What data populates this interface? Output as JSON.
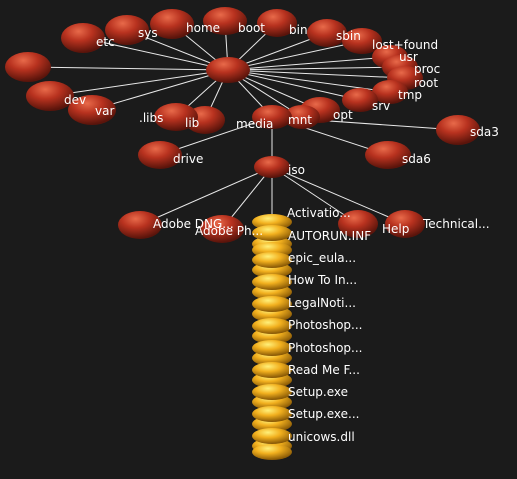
{
  "tree": {
    "root": {
      "id": "fs-root",
      "label": ""
    },
    "root_children": [
      {
        "id": "etc",
        "label": "etc"
      },
      {
        "id": "sys",
        "label": "sys"
      },
      {
        "id": "home",
        "label": "home"
      },
      {
        "id": "boot",
        "label": "boot"
      },
      {
        "id": "bin",
        "label": "bin"
      },
      {
        "id": "sbin",
        "label": "sbin"
      },
      {
        "id": "lost-found",
        "label": "lost+found"
      },
      {
        "id": "usr",
        "label": "usr"
      },
      {
        "id": "proc",
        "label": "proc"
      },
      {
        "id": "root",
        "label": "root"
      },
      {
        "id": "tmp",
        "label": "tmp"
      },
      {
        "id": "srv",
        "label": "srv"
      },
      {
        "id": "opt",
        "label": "opt"
      },
      {
        "id": "mnt",
        "label": "mnt"
      },
      {
        "id": "media",
        "label": "media"
      },
      {
        "id": "lib",
        "label": "lib"
      },
      {
        "id": "libs",
        "label": ".libs"
      },
      {
        "id": "var",
        "label": "var"
      },
      {
        "id": "dev",
        "label": "dev"
      },
      {
        "id": "unlabeled-left",
        "label": ""
      }
    ],
    "media_children": [
      {
        "id": "drive",
        "label": "drive"
      },
      {
        "id": "iso",
        "label": "iso"
      },
      {
        "id": "sda6",
        "label": "sda6"
      },
      {
        "id": "sda3",
        "label": "sda3"
      }
    ],
    "iso_children": [
      {
        "id": "adobe-dng",
        "label": "Adobe DNG..."
      },
      {
        "id": "adobe-ph",
        "label": "Adobe Ph..."
      },
      {
        "id": "activation",
        "label": "Activatio..."
      },
      {
        "id": "autorun",
        "label": "AUTORUN.INF"
      },
      {
        "id": "help",
        "label": "Help"
      },
      {
        "id": "technical",
        "label": "Technical..."
      },
      {
        "id": "epic-eula",
        "label": "epic_eula..."
      },
      {
        "id": "how-to-in",
        "label": "How To In..."
      },
      {
        "id": "legalnoti",
        "label": "LegalNoti..."
      },
      {
        "id": "photoshop-1",
        "label": "Photoshop..."
      },
      {
        "id": "photoshop-2",
        "label": "Photoshop..."
      },
      {
        "id": "read-me",
        "label": "Read Me F..."
      },
      {
        "id": "setup-exe",
        "label": "Setup.exe"
      },
      {
        "id": "setup-exe-2",
        "label": "Setup.exe..."
      },
      {
        "id": "unicows",
        "label": "unicows.dll"
      }
    ]
  },
  "colors": {
    "background": "#1b1b1b",
    "folder_node": "#b8321f",
    "folder_highlight": "#e2573a",
    "file_node": "#f2b01e",
    "file_highlight": "#ffe04a",
    "edge": "#e8e8e8",
    "label": "#ffffff"
  }
}
